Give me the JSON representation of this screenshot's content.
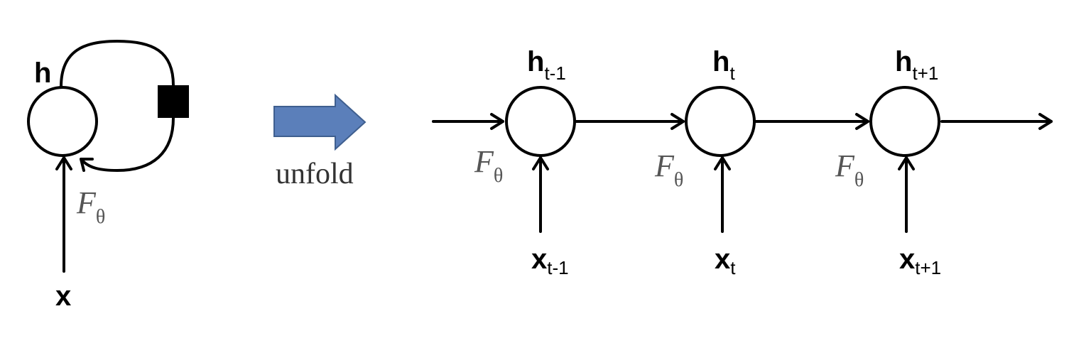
{
  "folded": {
    "hidden_label": "h",
    "input_label": "x",
    "function_label": "F",
    "function_sub": "θ"
  },
  "transition": {
    "label": "unfold",
    "arrow_color": "#5b7fba"
  },
  "unfolded": {
    "steps": [
      {
        "hidden": "h",
        "hidden_sub": "t-1",
        "input": "x",
        "input_sub": "t-1",
        "function": "F",
        "function_sub": "θ"
      },
      {
        "hidden": "h",
        "hidden_sub": "t",
        "input": "x",
        "input_sub": "t",
        "function": "F",
        "function_sub": "θ"
      },
      {
        "hidden": "h",
        "hidden_sub": "t+1",
        "input": "x",
        "input_sub": "t+1",
        "function": "F",
        "function_sub": "θ"
      }
    ]
  }
}
